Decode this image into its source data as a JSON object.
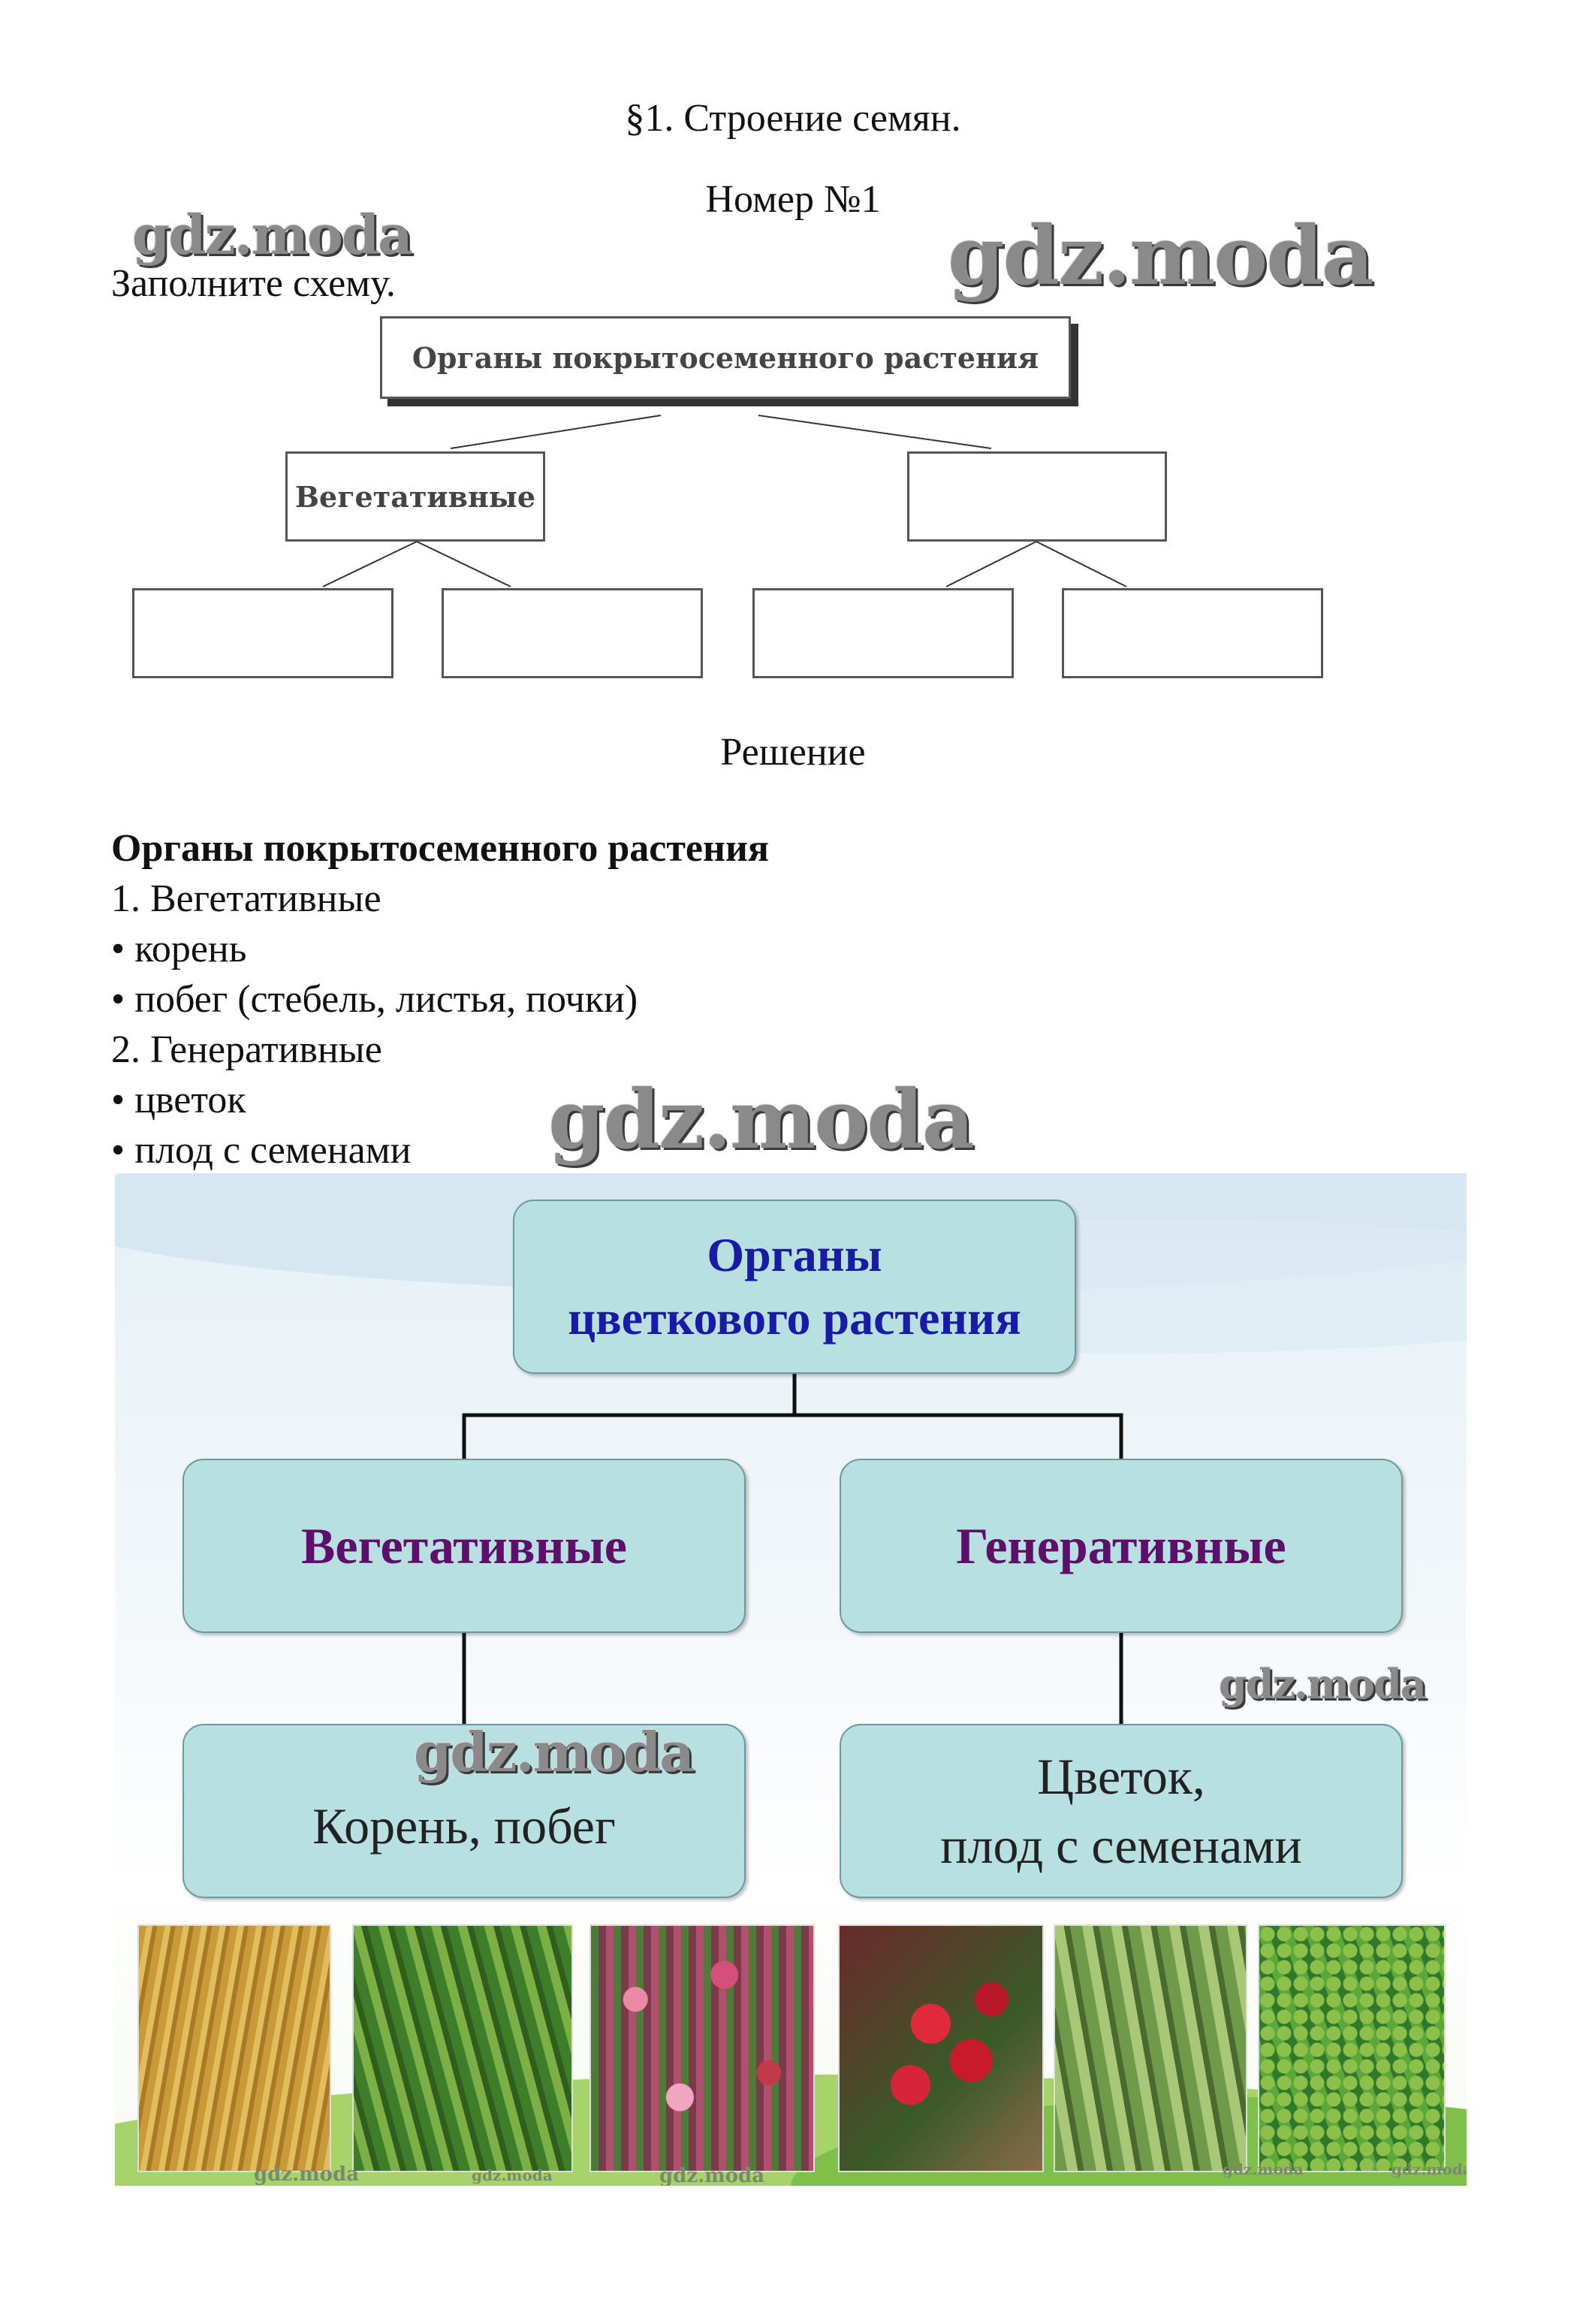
{
  "header": {
    "title": "§1. Строение семян.",
    "number": "Номер №1",
    "task": "Заполните схему."
  },
  "watermark": "gdz.moda",
  "scheme": {
    "root": "Органы покрытосеменного растения",
    "left": "Вегетативные",
    "right": ""
  },
  "solution_label": "Решение",
  "answer": {
    "heading": "Органы покрытосеменного растения",
    "lines": [
      "1. Вегетативные",
      "• корень",
      "• побег (стебель, листья, почки)",
      "2. Генеративные",
      "• цветок",
      "• плод с семенами"
    ]
  },
  "slide": {
    "root_line1": "Органы",
    "root_line2": "цветкового растения",
    "vegetative": "Вегетативные",
    "generative": "Генеративные",
    "vegetative_sub": "Корень, побег",
    "generative_sub_line1": "Цветок,",
    "generative_sub_line2": "плод с семенами",
    "photos": [
      "wheat-photo",
      "corn-photo",
      "tulips-photo",
      "cherries-photo",
      "beans-photo",
      "peas-photo"
    ]
  },
  "colors": {
    "slide_box": "#b9e0e0",
    "root_text": "#1a1aa8",
    "branch_text": "#5e0f6c"
  }
}
